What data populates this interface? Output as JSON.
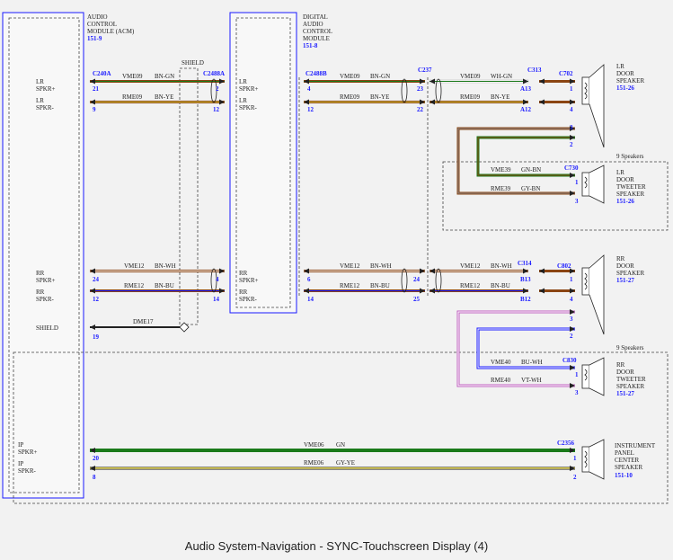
{
  "caption": "Audio System-Navigation - SYNC-Touchscreen Display (4)",
  "acm": {
    "name_lines": [
      "AUDIO",
      "CONTROL",
      "MODULE (ACM)"
    ],
    "ref": "151-9"
  },
  "dam": {
    "name_lines": [
      "DIGITAL",
      "AUDIO",
      "CONTROL",
      "MODULE"
    ],
    "ref": "151-8"
  },
  "shield_label": "SHIELD",
  "nine_speakers": "9 Speakers",
  "connectors": {
    "c240a": "C240A",
    "c2488a": "C2488A",
    "c2488b": "C2488B",
    "c237": "C237",
    "c313": "C313",
    "c702": "C702",
    "c730": "C730",
    "c314": "C314",
    "c802": "C802",
    "c830": "C830",
    "c2356": "C2356"
  },
  "acm_terms": {
    "lr_pos": [
      "LR",
      "SPKR+"
    ],
    "lr_neg": [
      "LR",
      "SPKR-"
    ],
    "rr_pos": [
      "RR",
      "SPKR+"
    ],
    "rr_neg": [
      "RR",
      "SPKR-"
    ],
    "shield": "SHIELD",
    "ip_pos": [
      "IP",
      "SPKR+"
    ],
    "ip_neg": [
      "IP",
      "SPKR-"
    ]
  },
  "dam_terms": {
    "lr_pos": [
      "LR",
      "SPKR+"
    ],
    "lr_neg": [
      "LR",
      "SPKR-"
    ],
    "rr_pos": [
      "RR",
      "SPKR+"
    ],
    "rr_neg": [
      "RR",
      "SPKR-"
    ]
  },
  "pins": {
    "acm_lr_pos": "21",
    "acm_lr_neg": "9",
    "acm_rr_pos": "24",
    "acm_rr_neg": "12",
    "acm_shield": "19",
    "acm_ip_pos": "20",
    "acm_ip_neg": "8",
    "c2488a_lr_pos": "2",
    "c2488a_lr_neg": "12",
    "c2488a_rr_pos": "4",
    "c2488a_rr_neg": "14",
    "c2488b_lr_pos": "4",
    "c2488b_lr_neg": "12",
    "c2488b_rr_pos": "6",
    "c2488b_rr_neg": "14",
    "c237_lr_pos": "23",
    "c237_lr_neg": "22",
    "c237_rr_pos": "24",
    "c237_rr_neg": "25",
    "c313_pos": "A13",
    "c313_neg": "A12",
    "c314_pos": "B13",
    "c314_neg": "B12",
    "c702_p1": "1",
    "c702_p4": "4",
    "c702_p3": "3",
    "c702_p2": "2",
    "c730_p1": "1",
    "c730_p3": "3",
    "c802_p1": "1",
    "c802_p4": "4",
    "c802_p3": "3",
    "c802_p2": "2",
    "c830_p1": "1",
    "c830_p3": "3",
    "c2356_p1": "1",
    "c2356_p2": "2"
  },
  "wires": {
    "lr_pos": [
      "VME09",
      "BN-GN"
    ],
    "lr_neg": [
      "RME09",
      "BN-YE"
    ],
    "lr_pos_c313": [
      "VME09",
      "WH-GN"
    ],
    "lr_neg_c313": [
      "RME09",
      "BN-YE"
    ],
    "rr_pos": [
      "VME12",
      "BN-WH"
    ],
    "rr_neg": [
      "RME12",
      "BN-BU"
    ],
    "lr_tw_pos": [
      "VME39",
      "GN-BN"
    ],
    "lr_tw_neg": [
      "RME39",
      "GY-BN"
    ],
    "rr_tw_pos": [
      "VME40",
      "BU-WH"
    ],
    "rr_tw_neg": [
      "RME40",
      "VT-WH"
    ],
    "shield": "DME17",
    "ip_pos": [
      "VME06",
      "GN"
    ],
    "ip_neg": [
      "RME06",
      "GY-YE"
    ]
  },
  "speakers": {
    "lr_door": {
      "lines": [
        "LR",
        "DOOR",
        "SPEAKER"
      ],
      "ref": "151-26"
    },
    "lr_tweeter": {
      "lines": [
        "LR",
        "DOOR",
        "TWEETER",
        "SPEAKER"
      ],
      "ref": "151-26"
    },
    "rr_door": {
      "lines": [
        "RR",
        "DOOR",
        "SPEAKER"
      ],
      "ref": "151-27"
    },
    "rr_tweeter": {
      "lines": [
        "RR",
        "DOOR",
        "TWEETER",
        "SPEAKER"
      ],
      "ref": "151-27"
    },
    "ip_center": {
      "lines": [
        "INSTRUMENT",
        "PANEL",
        "CENTER",
        "SPEAKER"
      ],
      "ref": "151-10"
    }
  },
  "colors": {
    "blue": "#1a1aff",
    "brown": "#8b4513",
    "green": "#1a7a1a",
    "orange": "#e08030",
    "violet": "#c060c0",
    "white": "#ffffff",
    "gray": "#888888",
    "yellow": "#d8c840"
  }
}
